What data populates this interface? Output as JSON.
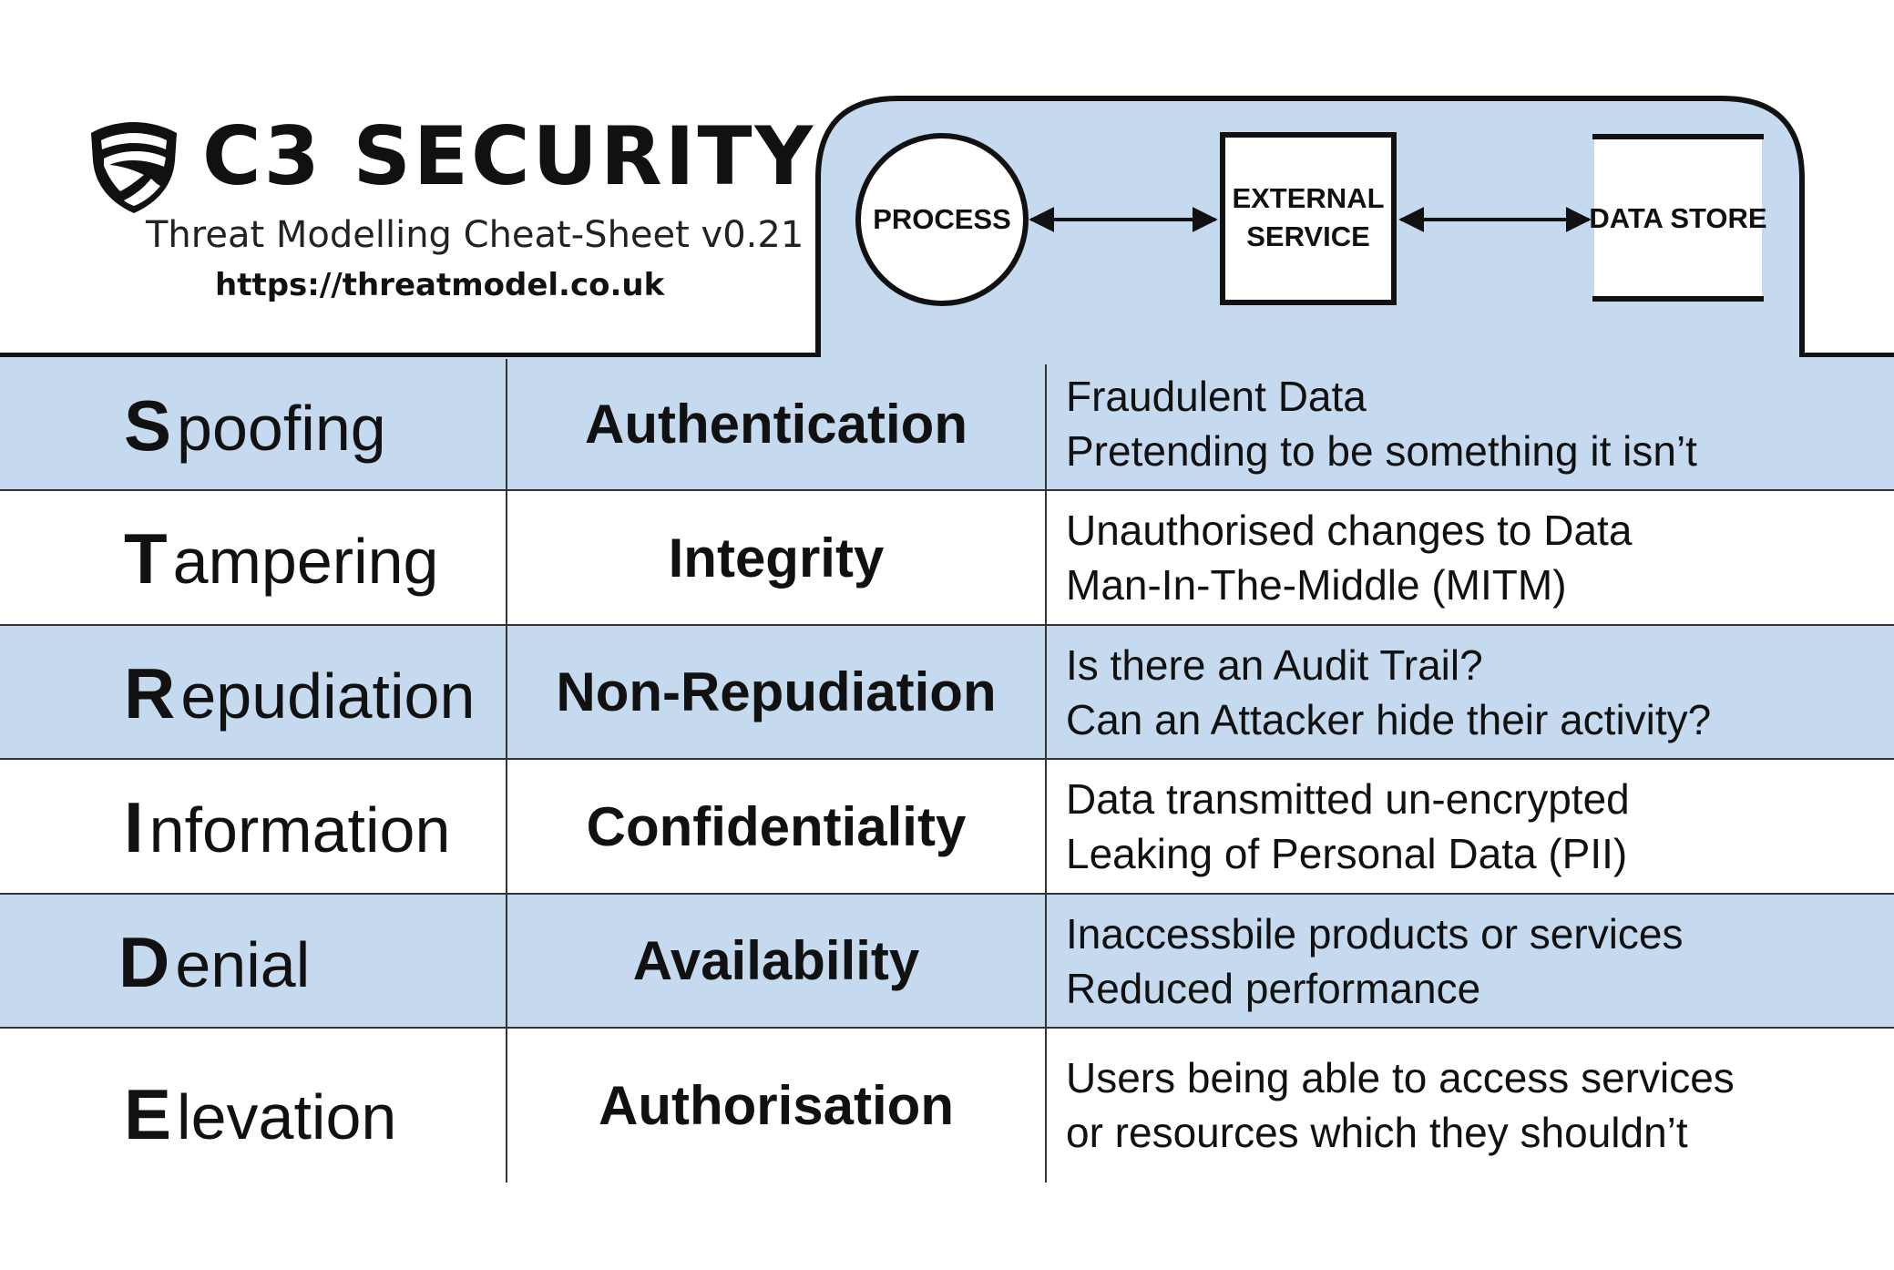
{
  "header": {
    "brand": "C3 SECURITY",
    "subtitle": "Threat Modelling Cheat-Sheet v0.21",
    "url": "https://threatmodel.co.uk",
    "logo_icon": "shield-icon"
  },
  "diagram": {
    "process_label": "PROCESS",
    "external_label_line1": "EXTERNAL",
    "external_label_line2": "SERVICE",
    "datastore_label": "DATA STORE"
  },
  "colors": {
    "band_blue": "#c5d9ef",
    "ink": "#111111"
  },
  "rows": [
    {
      "letter": "S",
      "rest": "poofing",
      "property": "Authentication",
      "lines": [
        "Fraudulent Data",
        "Pretending to be something it isn’t"
      ]
    },
    {
      "letter": "T",
      "rest": "ampering",
      "property": "Integrity",
      "lines": [
        "Unauthorised changes to Data",
        "Man-In-The-Middle (MITM)"
      ]
    },
    {
      "letter": "R",
      "rest": "epudiation",
      "property": "Non-Repudiation",
      "lines": [
        "Is there an Audit Trail?",
        "Can an Attacker hide their activity?"
      ]
    },
    {
      "letter": "I",
      "rest": "nformation",
      "property": "Confidentiality",
      "lines": [
        "Data transmitted un-encrypted",
        "Leaking of Personal Data (PII)"
      ]
    },
    {
      "letter": "D",
      "rest": "enial",
      "property": "Availability",
      "lines": [
        "Inaccessbile products or services",
        "Reduced performance"
      ]
    },
    {
      "letter": "E",
      "rest": "levation",
      "property": "Authorisation",
      "lines": [
        "Users being able to access services",
        "or resources which they shouldn’t"
      ]
    }
  ]
}
